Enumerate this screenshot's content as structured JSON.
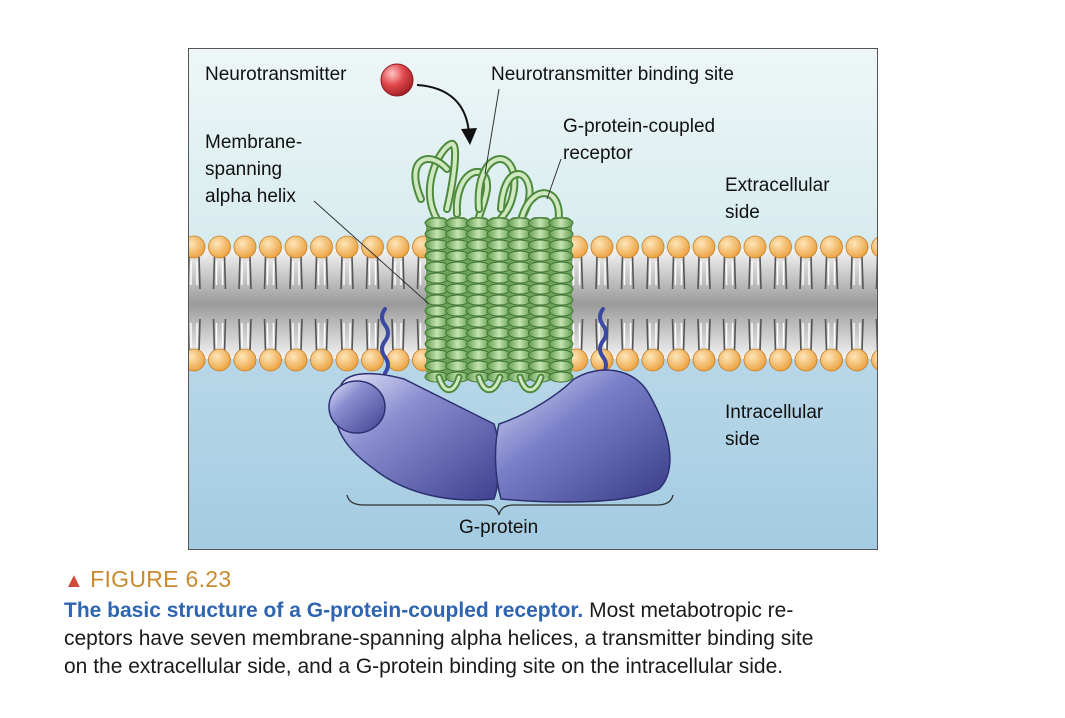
{
  "diagram": {
    "labels": {
      "neurotransmitter": "Neurotransmitter",
      "binding_site": "Neurotransmitter binding site",
      "receptor": "G-protein-coupled\nreceptor",
      "alpha_helix": "Membrane-\nspanning\nalpha helix",
      "extracellular": "Extracellular\nside",
      "intracellular": "Intracellular\nside",
      "g_protein": "G-protein"
    },
    "colors": {
      "extracellular_bg": "#e6f2f3",
      "intracellular_bg": "#a9cde3",
      "lipid_head": "#f3b55a",
      "helix": "#9fcc8a",
      "helix_dark": "#4e8a3e",
      "g_protein": "#5458a8",
      "neurotransmitter": "#d8333a"
    },
    "helix_count": 7
  },
  "caption": {
    "figure_number": "FIGURE 6.23",
    "title": "The basic structure of a G-protein-coupled receptor.",
    "body": " Most metabotropic re-\nceptors have seven membrane-spanning alpha helices, a transmitter binding site\non the extracellular side, and a G-protein binding site on the intracellular side."
  }
}
